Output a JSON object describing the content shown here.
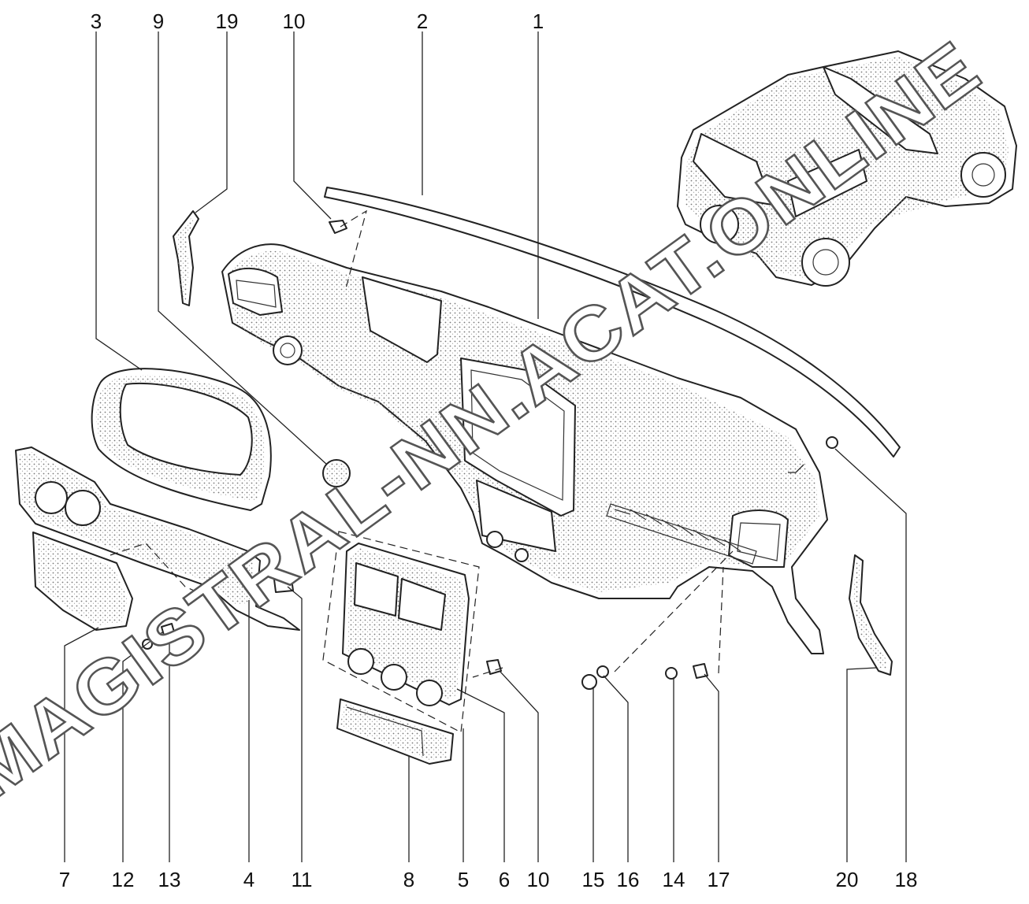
{
  "diagram": {
    "callouts": [
      "3",
      "9",
      "19",
      "10",
      "2",
      "1",
      "7",
      "12",
      "13",
      "4",
      "11",
      "8",
      "5",
      "6",
      "10",
      "15",
      "16",
      "14",
      "17",
      "20",
      "18"
    ]
  },
  "watermark": {
    "text": "MAGISTRAL-NN.ACAT.ONLINE"
  },
  "colors": {
    "line": "#222222",
    "background": "#ffffff"
  }
}
